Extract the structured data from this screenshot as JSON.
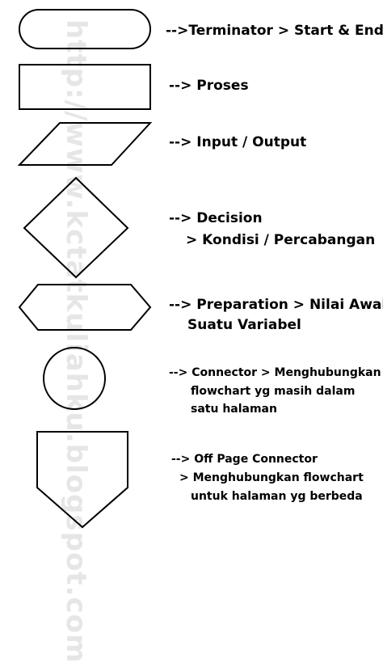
{
  "watermark": "http://www.kctatkuliahku.blogspot.com",
  "colors": {
    "stroke": "#000000",
    "text": "#000000",
    "watermark": "#e6e6e6"
  },
  "items": [
    {
      "id": "terminator",
      "lines": [
        "-->Terminator > Start & End"
      ]
    },
    {
      "id": "process",
      "lines": [
        "--> Proses"
      ]
    },
    {
      "id": "io",
      "lines": [
        "--> Input / Output"
      ]
    },
    {
      "id": "decision",
      "lines": [
        "--> Decision",
        "> Kondisi / Percabangan"
      ]
    },
    {
      "id": "preparation",
      "lines": [
        "--> Preparation > Nilai Awal",
        "Suatu Variabel"
      ]
    },
    {
      "id": "connector",
      "lines": [
        "--> Connector > Menghubungkan",
        "flowchart yg masih dalam",
        "satu halaman"
      ]
    },
    {
      "id": "offpage",
      "lines": [
        "--> Off Page Connector",
        "> Menghubungkan flowchart",
        "untuk halaman yg berbeda"
      ]
    }
  ]
}
